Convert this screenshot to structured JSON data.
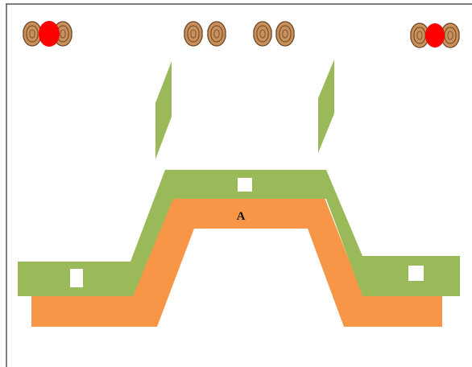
{
  "diagram": {
    "label": "A",
    "colors": {
      "frame": "#555555",
      "green_layer": "#9aba59",
      "orange_layer": "#f79646",
      "window": "#ffffff",
      "bead_fill": "#c8905a",
      "bead_stroke": "#6b4423",
      "red_marker": "#ff0000"
    },
    "elements": {
      "bead_groups": [
        "left-with-red",
        "center-left",
        "center-right",
        "right-with-red"
      ],
      "slanted_pieces": [
        "left-slanted-piece",
        "right-slanted-piece"
      ],
      "layers": [
        "green-layer",
        "orange-layer"
      ],
      "windows": [
        "window-left",
        "window-top",
        "window-right"
      ]
    }
  }
}
